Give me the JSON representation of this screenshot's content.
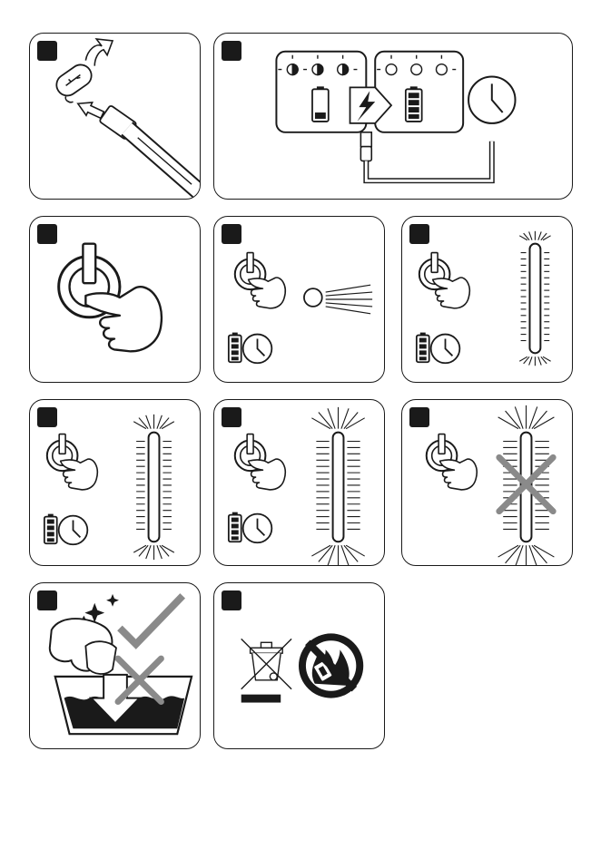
{
  "colors": {
    "line": "#1a1a1a",
    "gray": "#8a8a8a",
    "background": "#ffffff"
  },
  "panels": [
    {
      "id": "step-1",
      "icons": [
        "hand-icon",
        "usb-plug-icon",
        "cable-icon",
        "insert-arrow-icon"
      ]
    },
    {
      "id": "step-2",
      "icons": [
        "led-indicator-icon",
        "battery-low-icon",
        "charging-bolt-icon",
        "battery-full-icon",
        "clock-icon",
        "usb-cable-icon"
      ]
    },
    {
      "id": "step-3",
      "icons": [
        "power-button-icon",
        "pointing-hand-icon"
      ]
    },
    {
      "id": "step-4",
      "icons": [
        "power-button-icon",
        "pointing-hand-icon",
        "flashlight-beam-icon",
        "battery-full-icon",
        "clock-icon"
      ]
    },
    {
      "id": "step-5",
      "icons": [
        "power-button-icon",
        "pointing-hand-icon",
        "light-tube-icon",
        "battery-full-icon",
        "clock-icon"
      ]
    },
    {
      "id": "step-6",
      "icons": [
        "power-button-icon",
        "pointing-hand-icon",
        "light-tube-icon",
        "battery-full-icon",
        "clock-icon"
      ]
    },
    {
      "id": "step-7",
      "icons": [
        "power-button-icon",
        "pointing-hand-icon",
        "light-tube-icon",
        "battery-full-icon",
        "clock-icon"
      ]
    },
    {
      "id": "step-8",
      "icons": [
        "power-button-icon",
        "pointing-hand-icon",
        "light-tube-icon",
        "cross-mark-icon"
      ]
    },
    {
      "id": "step-9",
      "icons": [
        "wiping-hand-icon",
        "cloth-icon",
        "sparkle-icon",
        "check-mark-icon",
        "cross-mark-icon",
        "water-basin-icon"
      ]
    },
    {
      "id": "step-10",
      "icons": [
        "crossed-bin-icon",
        "no-fire-icon"
      ]
    }
  ]
}
